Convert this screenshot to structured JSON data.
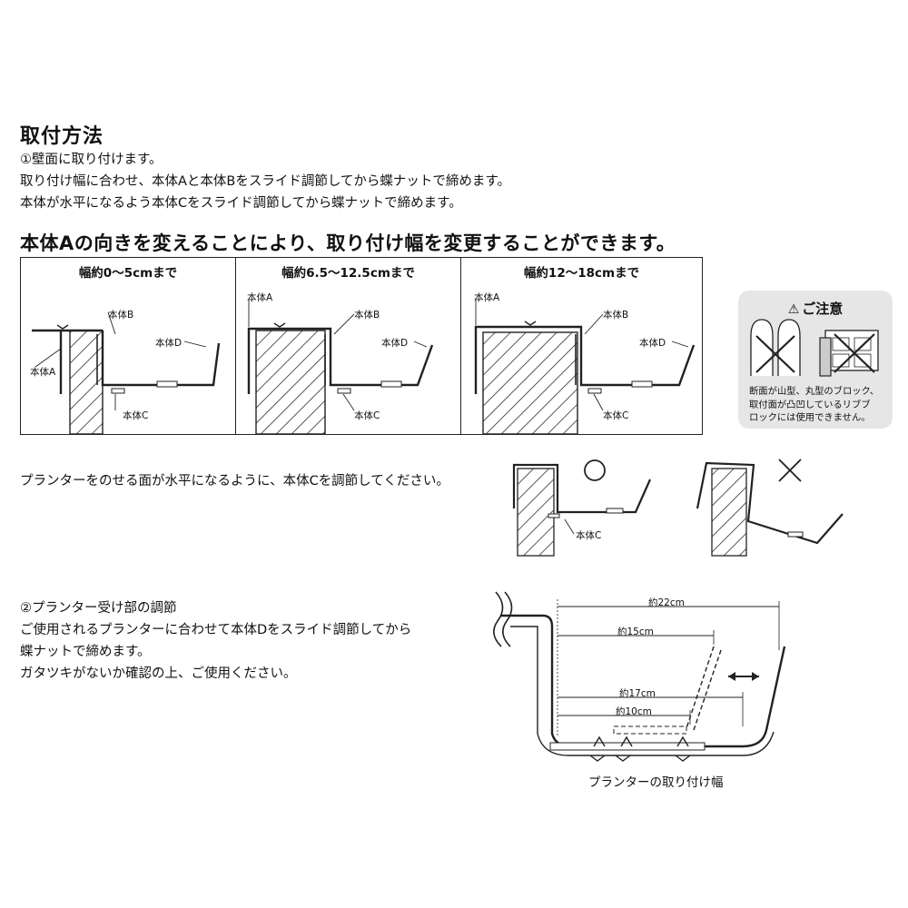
{
  "title": "取付方法",
  "step1": {
    "heading": "①壁面に取り付けます。",
    "line1": "取り付け幅に合わせ、本体Aと本体Bをスライド調節してから蝶ナットで締めます。",
    "line2": "本体が水平になるよう本体Cをスライド調節してから蝶ナットで締めます。"
  },
  "heading2": "本体Aの向きを変えることにより、取り付け幅を変更することができます。",
  "panels": [
    {
      "title": "幅約0～5cmまで",
      "label_a": "本体A",
      "label_b": "本体B",
      "label_c": "本体C",
      "label_d": "本体D"
    },
    {
      "title": "幅約6.5～12.5cmまで",
      "label_a": "本体A",
      "label_b": "本体B",
      "label_c": "本体C",
      "label_d": "本体D"
    },
    {
      "title": "幅約12～18cmまで",
      "label_a": "本体A",
      "label_b": "本体B",
      "label_c": "本体C",
      "label_d": "本体D"
    }
  ],
  "caution": {
    "title": "ご注意",
    "text1": "断面が山型、丸型のブロック、",
    "text2": "取付面が凸凹しているリブブ",
    "text3": "ロックには使用できません。"
  },
  "horizontal_note": "プランターをのせる面が水平になるように、本体Cを調節してください。",
  "ok_label_c": "本体C",
  "step2": {
    "heading": "②プランター受け部の調節",
    "line1": "ご使用されるプランターに合わせて本体Dをスライド調節してから",
    "line2": "蝶ナットで締めます。",
    "line3": "ガタツキがないか確認の上、ご使用ください。"
  },
  "dimensions": {
    "d22": "約22cm",
    "d15": "約15cm",
    "d17": "約17cm",
    "d10": "約10cm"
  },
  "planter_caption": "プランターの取り付け幅"
}
